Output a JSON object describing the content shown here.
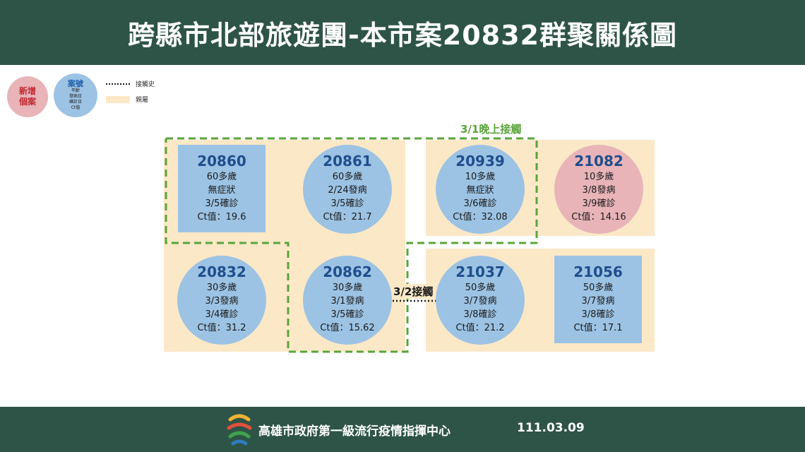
{
  "title": "跨縣市北部旅遊團-本市案20832群聚關係圖",
  "legend": {
    "new_case": [
      "新增",
      "個案"
    ],
    "case": {
      "title": "案號",
      "lines": [
        "年齡",
        "發病日",
        "確診日",
        "Ct值"
      ]
    },
    "contact_label": "接觸史",
    "family_label": "親屬"
  },
  "group_label": "3/1晚上接觸",
  "edge_label": "3/2接觸",
  "cases": [
    {
      "id": "20860",
      "lines": [
        "60多歲",
        "無症狀",
        "3/5確診",
        "Ct值：19.6"
      ]
    },
    {
      "id": "20861",
      "lines": [
        "60多歲",
        "2/24發病",
        "3/5確診",
        "Ct值：21.7"
      ]
    },
    {
      "id": "20939",
      "lines": [
        "10多歲",
        "無症狀",
        "3/6確診",
        "Ct值：32.08"
      ]
    },
    {
      "id": "21082",
      "lines": [
        "10多歲",
        "3/8發病",
        "3/9確診",
        "Ct值：14.16"
      ]
    },
    {
      "id": "20832",
      "lines": [
        "30多歲",
        "3/3發病",
        "3/4確診",
        "Ct值：31.2"
      ]
    },
    {
      "id": "20862",
      "lines": [
        "30多歲",
        "3/1發病",
        "3/5確診",
        "Ct值：15.62"
      ]
    },
    {
      "id": "21037",
      "lines": [
        "50多歲",
        "3/7發病",
        "3/8確診",
        "Ct值：21.2"
      ]
    },
    {
      "id": "21056",
      "lines": [
        "50多歲",
        "3/7發病",
        "3/8確診",
        "Ct值：17.1"
      ]
    }
  ],
  "footer": {
    "agency": "高雄市政府第一級流行疫情指揮中心",
    "date": "111.03.09"
  },
  "colors": {
    "header": "#2e5447",
    "case_blue": "#9cc3e4",
    "new_case_pink": "#e8b4b8",
    "family_bg": "#fbe8c7",
    "group_border": "#5aa43a",
    "case_id": "#1f4e8c"
  }
}
